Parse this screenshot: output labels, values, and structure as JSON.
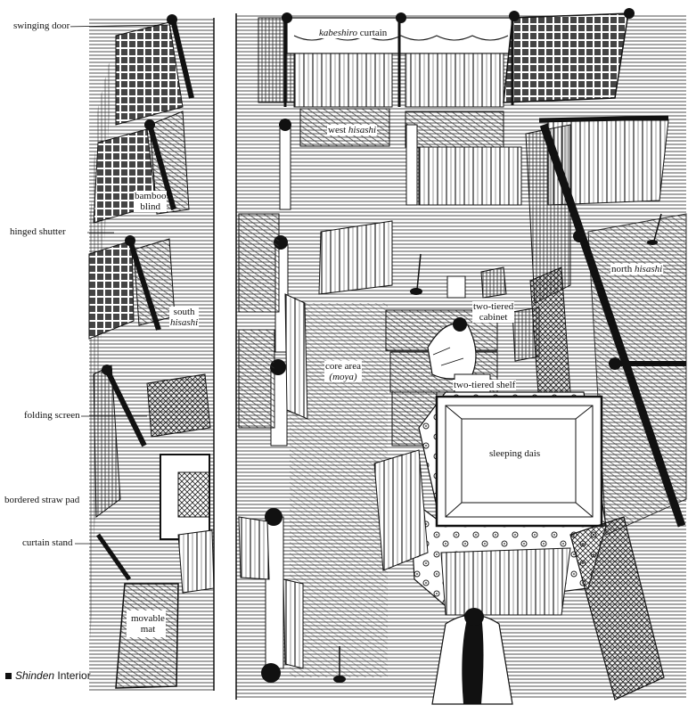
{
  "figure": {
    "caption_title": "Shinden",
    "caption_rest": " Interior"
  },
  "labels": {
    "swinging_door": "swinging door",
    "hinged_shutter": "hinged shutter",
    "folding_screen": "folding screen",
    "bordered_straw_pad": "bordered straw pad",
    "curtain_stand": "curtain stand",
    "bamboo_blind_1": "bamboo",
    "bamboo_blind_2": "blind",
    "south_hisashi_1": "south",
    "south_hisashi_2": "hisashi",
    "movable_mat_1": "movable",
    "movable_mat_2": "mat",
    "kabeshiro_it": "kabeshiro",
    "kabeshiro_rest": " curtain",
    "west_hisashi_1": "west ",
    "west_hisashi_it": "hisashi",
    "north_hisashi_1": "north ",
    "north_hisashi_it": "hisashi",
    "cabinet_1": "two-tiered",
    "cabinet_2": "cabinet",
    "core_area_1": "core area",
    "core_area_2": "(moya)",
    "shelf": "two-tiered shelf",
    "sleeping_dais": "sleeping dais"
  }
}
